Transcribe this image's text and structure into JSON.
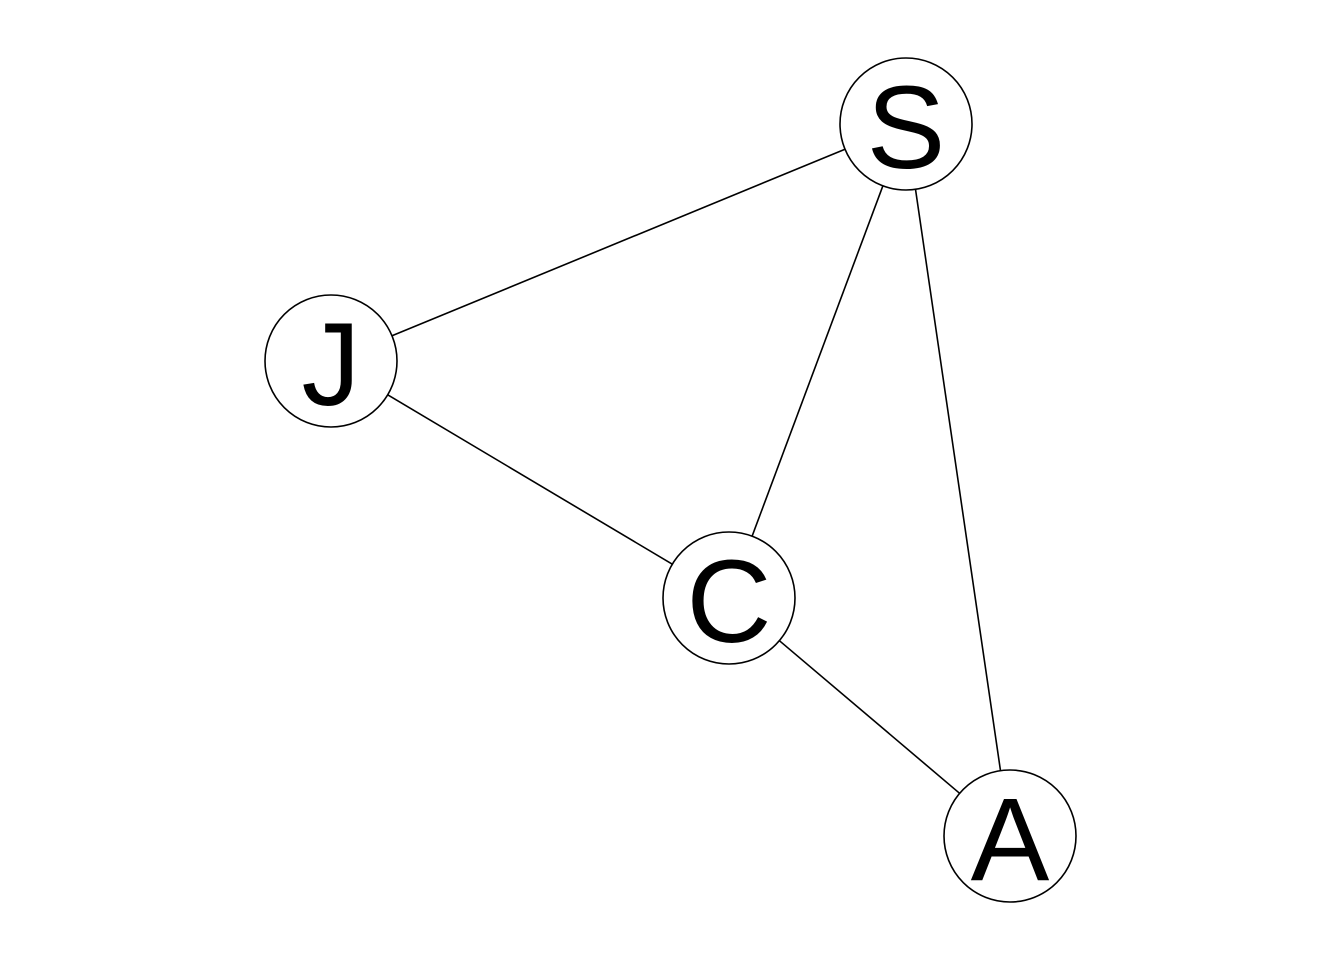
{
  "graph": {
    "nodes": [
      {
        "id": "S",
        "label": "S"
      },
      {
        "id": "J",
        "label": "J"
      },
      {
        "id": "C",
        "label": "C"
      },
      {
        "id": "A",
        "label": "A"
      }
    ],
    "edges": [
      {
        "from": "S",
        "to": "J"
      },
      {
        "from": "S",
        "to": "C"
      },
      {
        "from": "S",
        "to": "A"
      },
      {
        "from": "J",
        "to": "C"
      },
      {
        "from": "C",
        "to": "A"
      }
    ],
    "colors": {
      "stroke": "#000000",
      "fill": "#ffffff",
      "text": "#000000"
    }
  }
}
